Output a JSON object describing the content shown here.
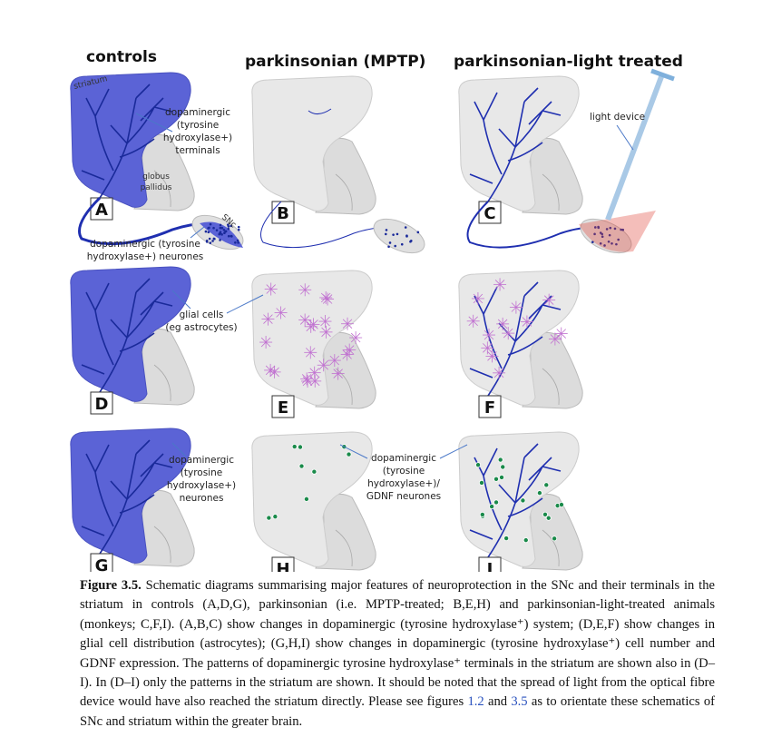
{
  "headers": {
    "controls": "controls",
    "mptp": "parkinsonian (MPTP)",
    "light": "parkinsonian-light treated"
  },
  "panel_letters": [
    "A",
    "B",
    "C",
    "D",
    "E",
    "F",
    "G",
    "H",
    "I"
  ],
  "labels": {
    "striatum": "striatum",
    "terminals": [
      "dopaminergic",
      "(tyrosine",
      "hydroxylase+)",
      "terminals"
    ],
    "globus": [
      "globus",
      "pallidus"
    ],
    "snc": "SNc",
    "neurones": [
      "dopaminergic (tyrosine",
      "hydroxylase+) neurones"
    ],
    "light_device": "light device",
    "glial": [
      "glial cells",
      "(eg astrocytes)"
    ],
    "g_neurones": [
      "dopaminergic",
      "(tyrosine",
      "hydroxylase+)",
      "neurones"
    ],
    "gdnf": [
      "dopaminergic",
      "(tyrosine",
      "hydroxylase+)/",
      "GDNF neurones"
    ]
  },
  "colors": {
    "dopamine": "#5b63d6",
    "axon": "#1f2fb0",
    "tissue": "#e8e8e8",
    "glia": "#c070d0",
    "gdnf": "#1a8a4a",
    "light": "#e0443a"
  },
  "caption": {
    "label": "Figure 3.5.",
    "pre": " Schematic diagrams summarising major features of neuroprotection in the SNc and their terminals in the striatum in controls (A,D,G), parkinsonian (i.e. MPTP-treated; B,E,H) and parkinsonian-light-treated animals (monkeys; C,F,I). (A,B,C) show changes in dopaminergic (tyrosine hydroxylase⁺) system; (D,E,F) show changes in glial cell distribution (astrocytes); (G,H,I) show changes in dopaminergic (tyrosine hydroxylase⁺) cell number and GDNF expression. The patterns of dopaminergic tyrosine hydroxylase⁺ terminals in the striatum are shown also in (D–I). In (D–I) only the patterns in the striatum are shown. It should be noted that the spread of light from the optical fibre device would have also reached the striatum directly. Please see figures ",
    "ref1": "1.2",
    "mid": " and ",
    "ref2": "3.5",
    "post": " as to orientate these schematics of SNc and striatum within the greater brain."
  }
}
